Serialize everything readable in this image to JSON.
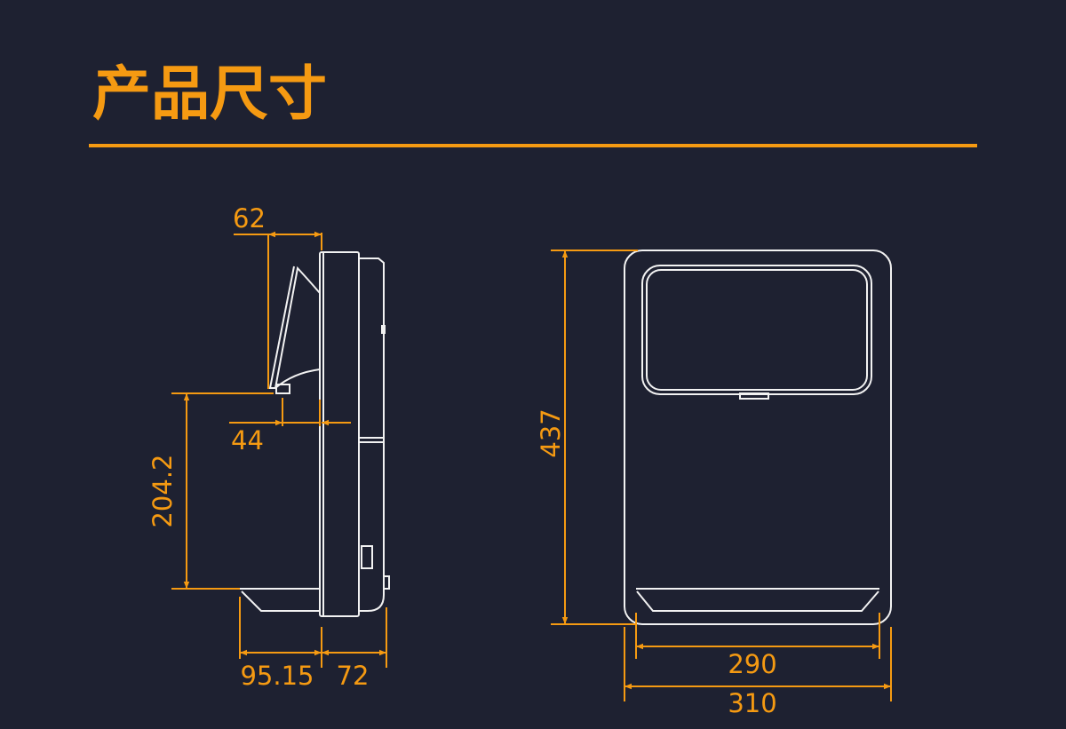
{
  "header": {
    "title": "产品尺寸",
    "accent_color": "#f59a12"
  },
  "side_view": {
    "dim_shelf_depth": "62",
    "dim_shelf_offset": "44",
    "dim_shelf_height": "204.2",
    "dim_tray_depth": "95.15",
    "dim_body_depth": "72"
  },
  "front_view": {
    "dim_height": "437",
    "dim_tray_width": "290",
    "dim_total_width": "310"
  }
}
